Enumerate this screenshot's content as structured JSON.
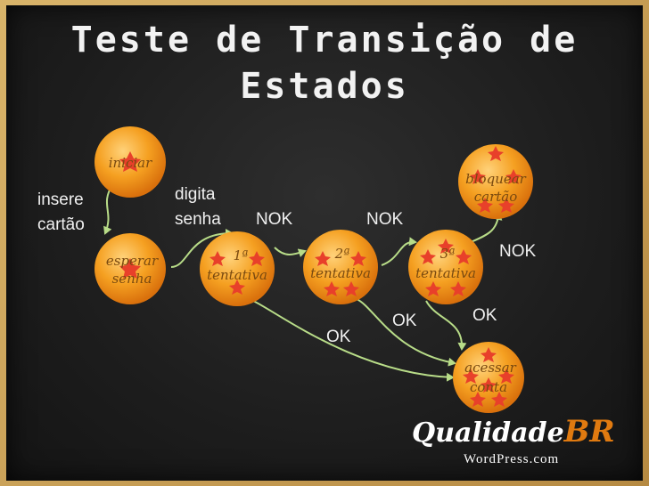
{
  "title": {
    "line1": "Teste de Transição de",
    "line2": "Estados"
  },
  "states": [
    {
      "id": "iniciar",
      "lines": [
        "iniciar"
      ]
    },
    {
      "id": "esperar",
      "lines": [
        "esperar",
        "senha"
      ]
    },
    {
      "id": "t1",
      "lines": [
        "1ª",
        "tentativa"
      ]
    },
    {
      "id": "t2",
      "lines": [
        "2ª",
        "tentativa"
      ]
    },
    {
      "id": "t3",
      "lines": [
        "3ª",
        "tentativa"
      ]
    },
    {
      "id": "bloquear",
      "lines": [
        "bloquear",
        "cartão"
      ]
    },
    {
      "id": "acessar",
      "lines": [
        "acessar",
        "conta"
      ]
    }
  ],
  "transitions": [
    {
      "from": "iniciar",
      "to": "esperar",
      "lines": [
        "insere",
        "cartão"
      ]
    },
    {
      "from": "esperar",
      "to": "t1",
      "lines": [
        "digita",
        "senha"
      ]
    },
    {
      "from": "t1",
      "to": "t2",
      "lines": [
        "NOK"
      ]
    },
    {
      "from": "t2",
      "to": "t3",
      "lines": [
        "NOK"
      ]
    },
    {
      "from": "t3",
      "to": "bloquear",
      "lines": [
        "NOK"
      ]
    },
    {
      "from": "t1",
      "to": "acessar",
      "lines": [
        "OK"
      ]
    },
    {
      "from": "t2",
      "to": "acessar",
      "lines": [
        "OK"
      ]
    },
    {
      "from": "t3",
      "to": "acessar",
      "lines": [
        "OK"
      ]
    }
  ],
  "brand": {
    "name_white": "Qualidade",
    "name_orange": "BR",
    "host": "WordPress.com"
  },
  "colors": {
    "node": "#f39a1c",
    "star": "#e8402a",
    "arrow": "#b8dc88",
    "board": "#1e1e1e"
  }
}
